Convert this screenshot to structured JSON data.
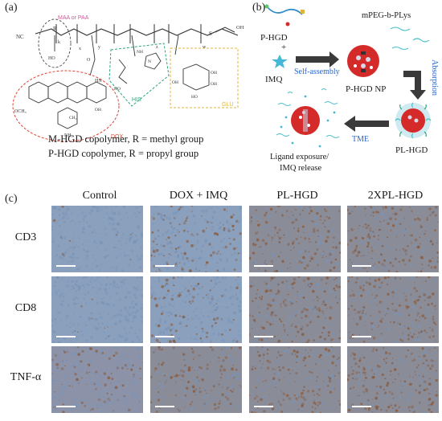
{
  "panels": {
    "a": {
      "letter": "(a)",
      "labels": {
        "maa_paa": "MAA or PAA",
        "his": "HIS",
        "glu": "GLU",
        "dox": "DOX",
        "r": "R",
        "nc": "NC",
        "s": "S",
        "och3": "OCH₃",
        "nh2": "NH₂",
        "ho": "HO",
        "oh": "OH",
        "x": "x",
        "y": "y",
        "z": "z",
        "w": "w",
        "k": "k",
        "o": "O",
        "n": "N",
        "nh": "NH",
        "hn": "HN",
        "oh_short": "OH",
        "ch3": "CH₃"
      },
      "caption_line1": "M-HGD copolymer, R = methyl group",
      "caption_line2": "P-HGD copolymer, R = propyl group"
    },
    "b": {
      "letter": "(b)",
      "p_hgd": "P-HGD",
      "plus": "+",
      "imq": "IMQ",
      "self_assembly": "Self-assembly",
      "p_hgd_np": "P-HGD NP",
      "mpeg": "mPEG-b-PLys",
      "absorption": "Absorption",
      "pl_hgd": "PL-HGD",
      "tme": "TME",
      "release_line1": "Ligand exposure/",
      "release_line2": "IMQ release"
    },
    "c": {
      "letter": "(c)",
      "columns": [
        "Control",
        "DOX + IMQ",
        "PL-HGD",
        "2XPL-HGD"
      ],
      "rows": [
        "CD3",
        "CD8",
        "TNF-α"
      ],
      "stain_intensity": [
        [
          0.05,
          0.35,
          0.55,
          0.6
        ],
        [
          0.05,
          0.35,
          0.55,
          0.6
        ],
        [
          0.3,
          0.45,
          0.55,
          0.6
        ]
      ]
    }
  },
  "colors": {
    "dox_circle": "#e0412f",
    "his_box": "#2ca579",
    "glu_box": "#e0b43a",
    "maa_circle": "#5a5a5a",
    "maa_text": "#d4589a",
    "self_assembly_text": "#2a64c9",
    "absorption_text": "#2a64c9",
    "tme_text": "#2a64c9",
    "nanoparticle_red": "#d42a2a",
    "ihc_blue": "#7a94b8",
    "ihc_brown": "#8a5a3a"
  }
}
